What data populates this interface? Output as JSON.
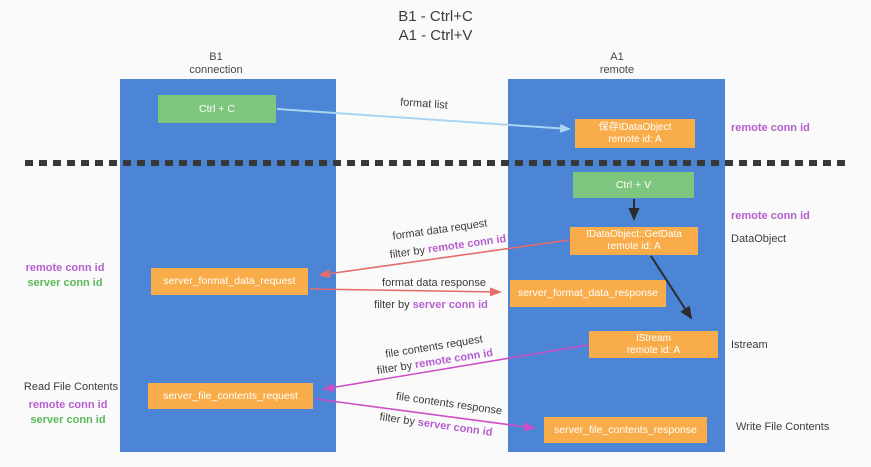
{
  "title": {
    "line1": "B1 - Ctrl+C",
    "line2": "A1 - Ctrl+V"
  },
  "lanes": {
    "left": {
      "name": "B1",
      "subtitle": "connection"
    },
    "right": {
      "name": "A1",
      "subtitle": "remote"
    }
  },
  "boxes": {
    "ctrl_c": {
      "label": "Ctrl + C"
    },
    "save_dataobject": {
      "line1": "保存IDataObject",
      "line2": "remote id: A"
    },
    "ctrl_v": {
      "label": "Ctrl + V"
    },
    "getdata": {
      "line1": "IDataObject::GetData",
      "line2": "remote id: A"
    },
    "format_request": {
      "label": "server_format_data_request"
    },
    "format_response": {
      "label": "server_format_data_response"
    },
    "istream": {
      "line1": "IStream",
      "line2": "remote id: A"
    },
    "file_request": {
      "label": "server_file_contents_request"
    },
    "file_response": {
      "label": "server_file_contents_response"
    }
  },
  "messages": {
    "format_list": {
      "label": "format list"
    },
    "format_request": {
      "line1": "format data request",
      "filter_prefix": "filter by ",
      "filter_key": "remote conn id"
    },
    "format_response": {
      "line1": "format data response",
      "filter_prefix": "filter by ",
      "filter_key": "server conn id"
    },
    "file_request": {
      "line1": "file contents request",
      "filter_prefix": "filter by ",
      "filter_key": "remote conn id"
    },
    "file_response": {
      "line1": "file contents response",
      "filter_prefix": "filter by ",
      "filter_key": "server conn id"
    }
  },
  "side_labels": {
    "left_conn_top": {
      "remote": "remote conn id",
      "server": "server conn id"
    },
    "read_file": "Read File Contents",
    "left_conn_bottom": {
      "remote": "remote conn id",
      "server": "server conn id"
    },
    "right_remote_1": "remote conn id",
    "right_remote_2": "remote conn id",
    "dataobject": "DataObject",
    "istream": "Istream",
    "write_file": "Write File Contents"
  },
  "colors": {
    "lane_blue": "#4c84d6",
    "green_box": "#7ec67e",
    "orange_box": "#f8ad4a",
    "purple_text": "#b55fce",
    "green_text": "#5cb85c",
    "red_arrow": "#e46c6c",
    "magenta_arrow": "#cd4fc8",
    "light_blue_arrow": "#a9d5f5",
    "black_arrow": "#2b2b2b",
    "background": "#fafafa"
  }
}
